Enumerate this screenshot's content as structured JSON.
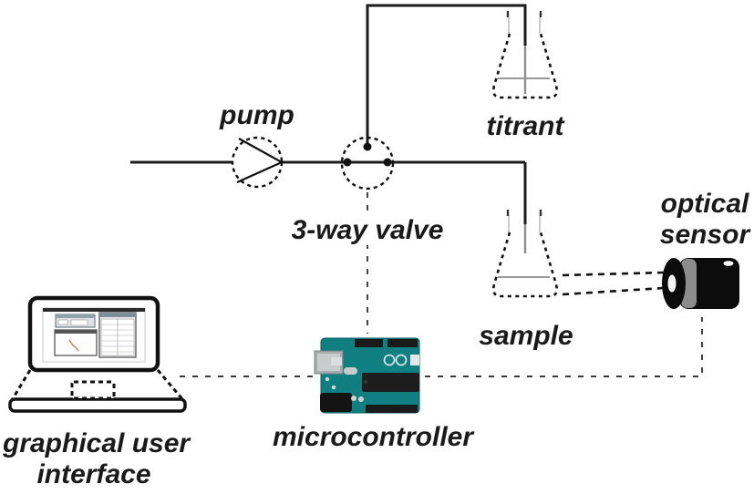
{
  "diagram": {
    "title": "automated titration system schematic",
    "labels": {
      "pump": "pump",
      "valve": "3-way valve",
      "titrant": "titrant",
      "sample": "sample",
      "optical_sensor_l1": "optical",
      "optical_sensor_l2": "sensor",
      "microcontroller": "microcontroller",
      "gui_l1": "graphical user",
      "gui_l2": "interface"
    },
    "colors": {
      "line": "#1c1c1c",
      "dashed_control": "#3a3a3a",
      "liquid_level": "#999999",
      "board_teal": "#0f7f81",
      "sensor_body": "#0c0c0c",
      "sensor_ring": "#8c8c8c"
    }
  }
}
